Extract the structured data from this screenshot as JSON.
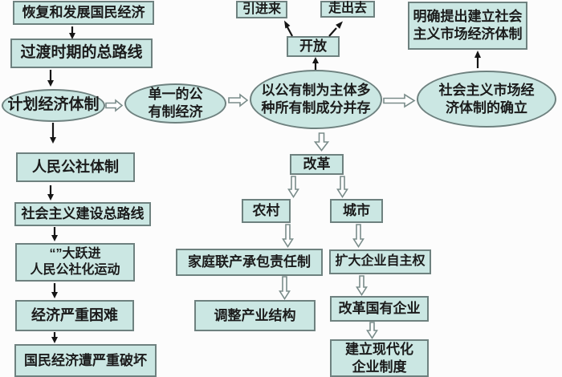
{
  "flowchart": {
    "nodes": {
      "recover_economy": "恢复和发展国民经济",
      "transition_general_line": "过渡时期的总路线",
      "planned_economy": "计划经济体制",
      "single_public_ownership": "单一的公\n有制经济",
      "public_main_multi_ownership": "以公有制为主体多\n种所有制成分并存",
      "market_system_established": "社会主义市场经\n济体制的确立",
      "bring_in": "引进来",
      "go_out": "走出去",
      "opening_up": "开放",
      "propose_market_system": "明确提出建立社会\n主义市场经济体制",
      "reform": "改革",
      "rural": "农村",
      "urban": "城市",
      "household_responsibility": "家庭联产承包责任制",
      "expand_enterprise_autonomy": "扩大企业自主权",
      "adjust_industrial_structure": "调整产业结构",
      "reform_state_enterprises": "改革国有企业",
      "modern_enterprise_system": "建立现代化\n企业制度",
      "peoples_commune_system": "人民公社体制",
      "socialist_construction_line": "社会主义建设总路线",
      "great_leap_commune": "“”大跃进\n人民公社化运动",
      "severe_economic_difficulty": "经济严重困难",
      "national_economy_damaged": "国民经济遭严重破坏"
    },
    "colors": {
      "node_fill": "#cbe7e3",
      "node_border": "#6e817f",
      "text": "#1b1b1b",
      "thin_arrow": "#151515",
      "block_arrow_fill": "#ffffff",
      "block_arrow_border": "#7a8c8a",
      "background": "#fcfcfc"
    }
  }
}
